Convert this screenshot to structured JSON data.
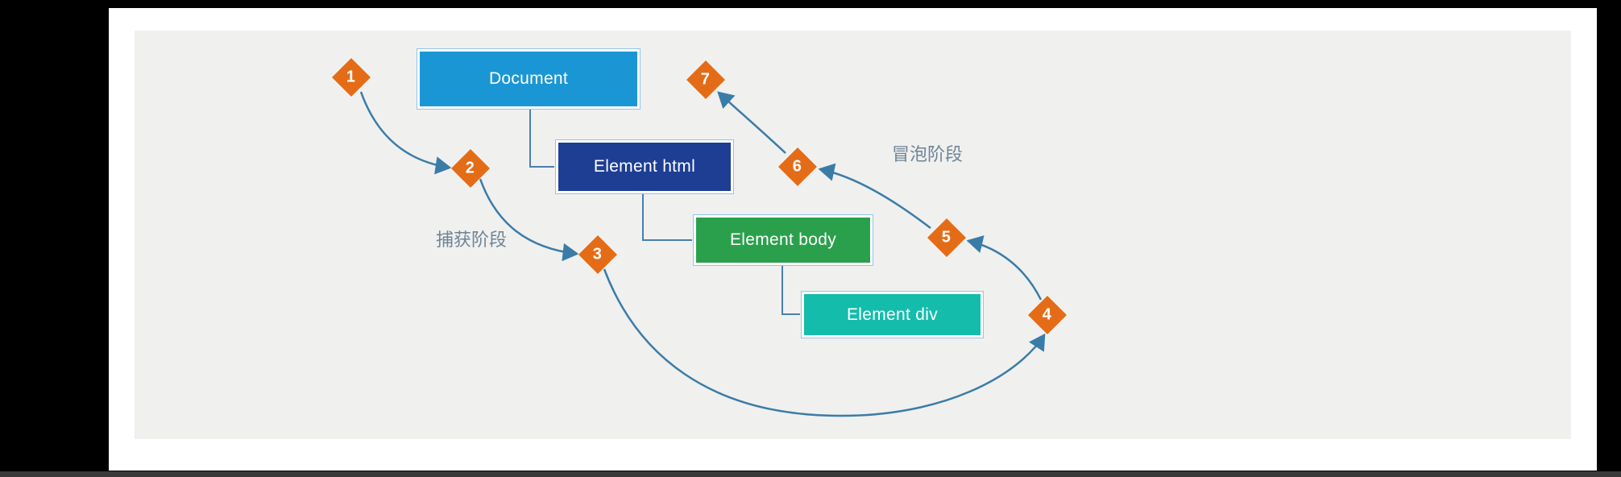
{
  "diagram": {
    "title_semantic": "DOM event flow: capture and bubble phases",
    "nodes": [
      {
        "id": "document",
        "label": "Document",
        "color": "#1b96d5"
      },
      {
        "id": "element-html",
        "label": "Element html",
        "color": "#1d3e93"
      },
      {
        "id": "element-body",
        "label": "Element body",
        "color": "#2ba04c"
      },
      {
        "id": "element-div",
        "label": "Element div",
        "color": "#14bcab"
      }
    ],
    "markers": [
      {
        "label": "1"
      },
      {
        "label": "2"
      },
      {
        "label": "3"
      },
      {
        "label": "4"
      },
      {
        "label": "5"
      },
      {
        "label": "6"
      },
      {
        "label": "7"
      }
    ],
    "phase_labels": {
      "capture": "捕获阶段",
      "bubble": "冒泡阶段"
    },
    "colors": {
      "marker": "#e56c17",
      "arrow": "#3a7ca8",
      "connector": "#4a7fae",
      "canvas": "#f0f0ef",
      "panel": "#ffffff",
      "page_background": "#000000",
      "phase_text": "#6e8496"
    }
  }
}
